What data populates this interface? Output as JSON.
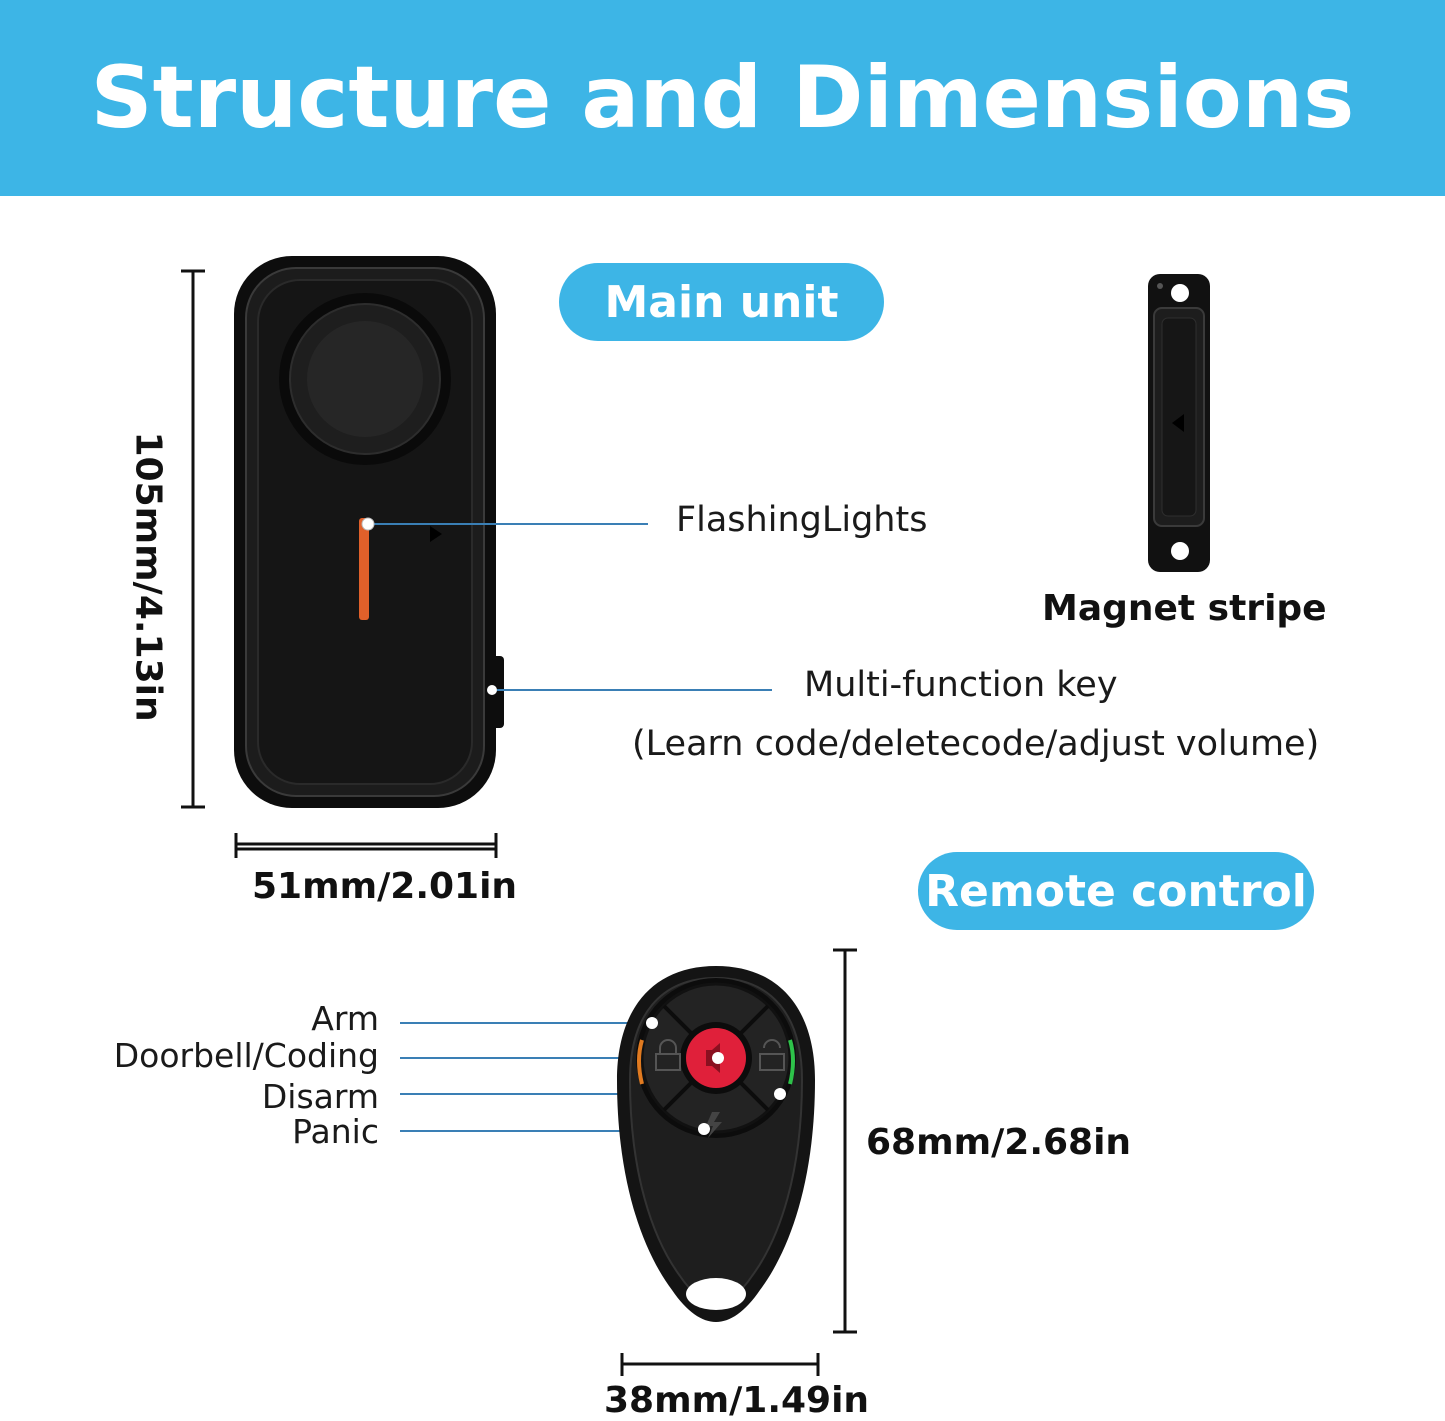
{
  "header": {
    "title": "Structure and Dimensions"
  },
  "pills": {
    "main_unit": "Main unit",
    "remote_control": "Remote control"
  },
  "main_unit": {
    "height_dim": "105mm/4.13in",
    "width_dim": "51mm/2.01in",
    "flashing_lights": "FlashingLights",
    "multi_key": "Multi-function key",
    "multi_key_note": "(Learn code/deletecode/adjust volume)"
  },
  "magnet": {
    "label": "Magnet stripe"
  },
  "remote": {
    "arm": "Arm",
    "doorbell": "Doorbell/Coding",
    "disarm": "Disarm",
    "panic": "Panic",
    "height_dim": "68mm/2.68in",
    "width_dim": "38mm/1.49in"
  },
  "colors": {
    "accent": "#3db5e6",
    "leader_line": "#3a7fb5",
    "device": "#141414",
    "panic_red": "#e0203a",
    "led_green": "#2ec24a",
    "led_orange": "#e07a20"
  }
}
